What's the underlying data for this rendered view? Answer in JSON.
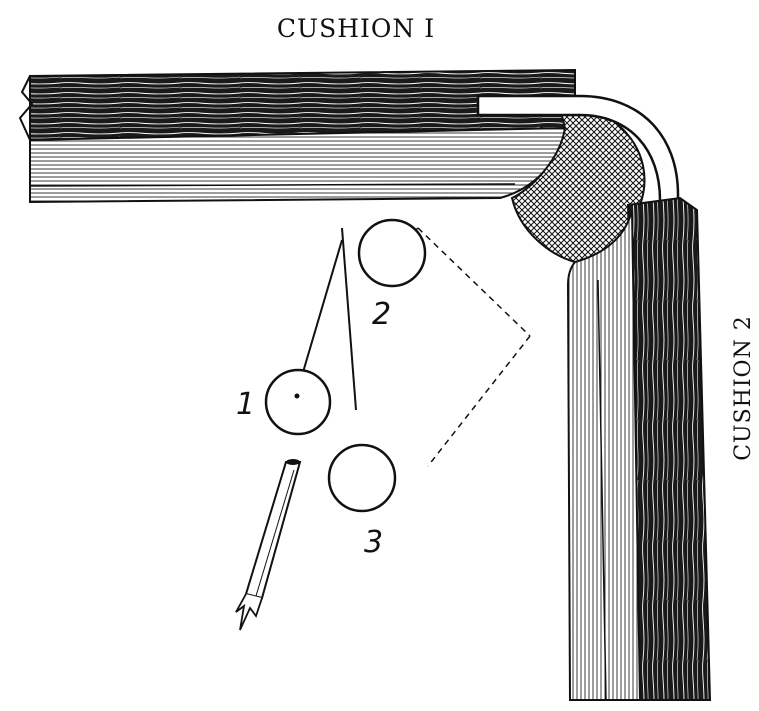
{
  "cushions": {
    "top_label": "CUSHION I",
    "right_label": "CUSHION 2"
  },
  "balls": [
    {
      "id": "1",
      "label": "1"
    },
    {
      "id": "2",
      "label": "2"
    },
    {
      "id": "3",
      "label": "3"
    }
  ],
  "colors": {
    "ink": "#111111",
    "paper": "#ffffff"
  }
}
